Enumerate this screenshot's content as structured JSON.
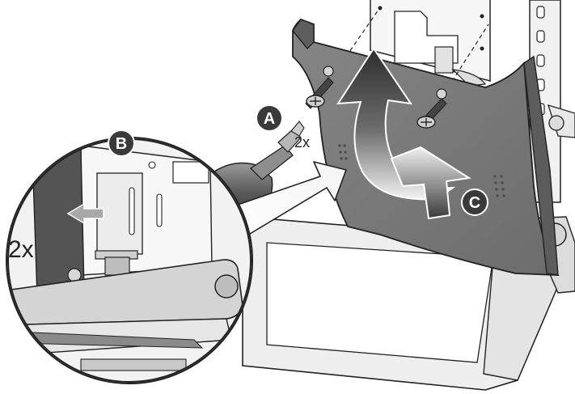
{
  "callouts": [
    {
      "letter": "A",
      "qty": "2x"
    },
    {
      "letter": "B",
      "qty": "2x"
    },
    {
      "letter": "C",
      "qty": ""
    }
  ],
  "colors": {
    "panel": "#7b7b7b",
    "panel_dark": "#5e5e5e",
    "frame": "#eeeeee",
    "outline": "#222222",
    "callout_badge": "#3a3a3a",
    "arrow_gradient_dark": "#2d2d2d",
    "arrow_gradient_light": "#f2f2f2"
  },
  "icons": [
    "screwdriver-icon",
    "screw-icon",
    "curved-arrow-icon",
    "straight-arrow-icon",
    "magnifier-callout-icon"
  ]
}
